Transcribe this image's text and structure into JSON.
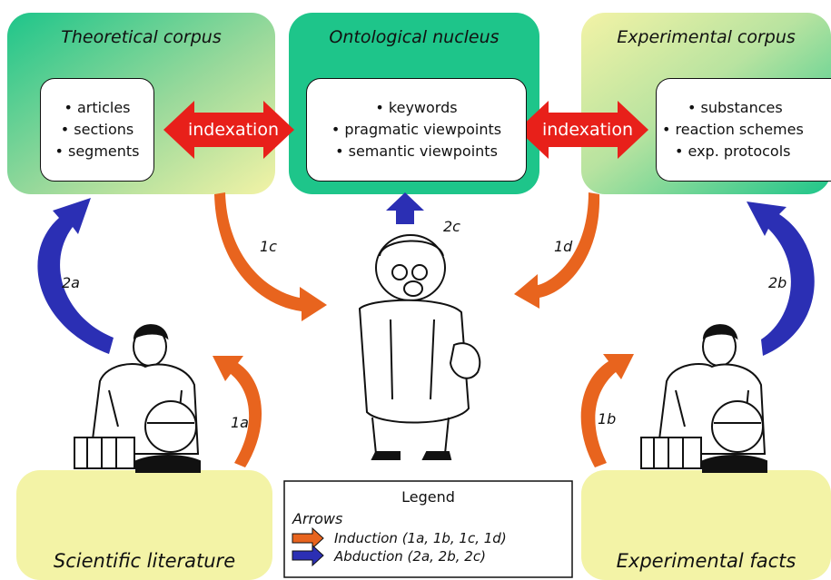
{
  "colors": {
    "theory_top": "#1ec58a",
    "yellow": "#f3f3a6",
    "nucleus": "#1ec58a",
    "induction_arrow": "#e8641e",
    "abduction_arrow": "#2b2fb4",
    "indexation_arrow": "#e8201a"
  },
  "panels": {
    "theoretical": {
      "title": "Theoretical corpus",
      "items": [
        "• articles",
        "• sections",
        "• segments"
      ]
    },
    "ontological": {
      "title": "Ontological nucleus",
      "items": [
        "• keywords",
        "• pragmatic viewpoints",
        "• semantic viewpoints"
      ]
    },
    "experimental": {
      "title": "Experimental corpus",
      "items": [
        "• substances",
        "• reaction schemes",
        "• exp. protocols"
      ]
    }
  },
  "indexation": {
    "left": "indexation",
    "right": "indexation"
  },
  "steps": {
    "s1a": "1a",
    "s1b": "1b",
    "s1c": "1c",
    "s1d": "1d",
    "s2a": "2a",
    "s2b": "2b",
    "s2c": "2c"
  },
  "bottom": {
    "left": "Scientific literature",
    "right": "Experimental facts"
  },
  "legend": {
    "title": "Legend",
    "subtitle": "Arrows",
    "induction": "Induction (1a, 1b, 1c, 1d)",
    "abduction": "Abduction (2a, 2b, 2c)"
  },
  "icons": [
    "scientist-reading-icon",
    "professor-icon",
    "scientist-experimenting-icon"
  ]
}
